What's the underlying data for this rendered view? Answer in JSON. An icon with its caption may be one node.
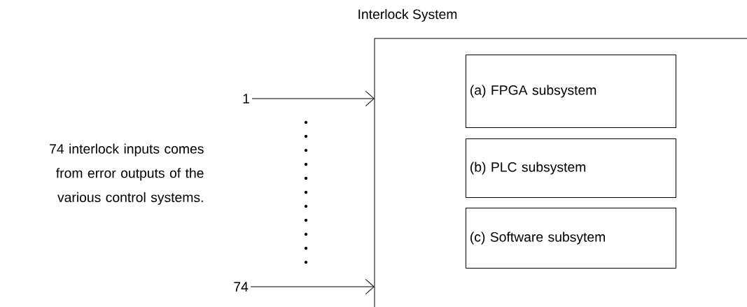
{
  "diagram": {
    "nodes": [
      {
        "text": [
          "Interlock System"
        ]
      },
      {
        "text": [
          "(a) FPGA subsystem"
        ],
        "in": 0
      },
      {
        "text": [
          "(b) PLC subsystem"
        ],
        "in": 0
      },
      {
        "text": [
          "(c) Software subsytem"
        ],
        "in": 0
      },
      {
        "text": [
          "1"
        ]
      },
      {
        "text": [
          "74"
        ]
      }
    ],
    "edges": [
      {
        "from": 4,
        "to": 0,
        "arrow": "to"
      },
      {
        "from": 5,
        "to": 0,
        "arrow": "to"
      }
    ],
    "labels": [
      "74 interlock inputs comes from error outputs of the various  control systems."
    ]
  }
}
